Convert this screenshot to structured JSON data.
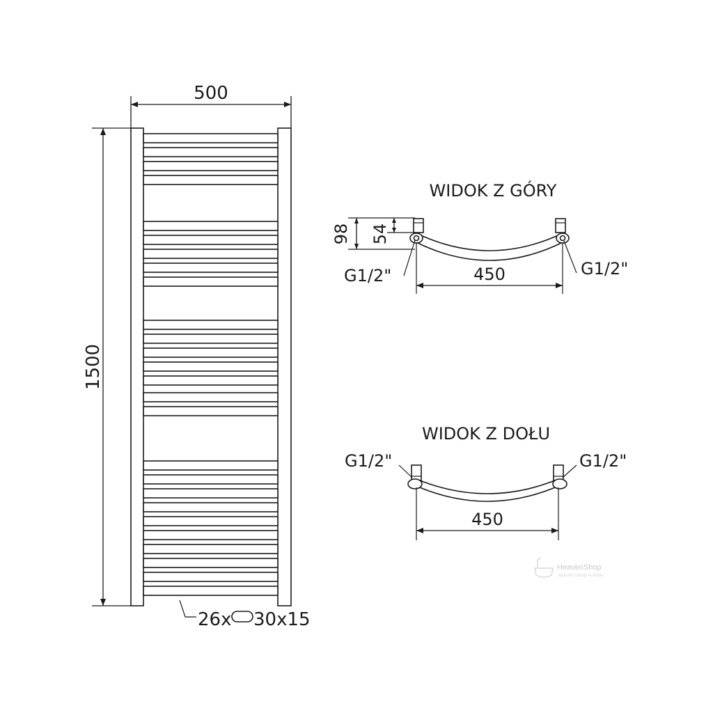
{
  "front_view": {
    "width_label": "500",
    "height_label": "1500",
    "tubes_label_count": "26x",
    "tubes_label_size": "30x15",
    "tube_profile_icon": "oval-tube-profile-icon"
  },
  "top_view": {
    "title": "WIDOK Z GÓRY",
    "depth_outer_label": "98",
    "depth_inner_label": "54",
    "left_connection_label": "G1/2\"",
    "right_connection_label": "G1/2\"",
    "span_label": "450"
  },
  "bottom_view": {
    "title": "WIDOK Z DOŁU",
    "left_connection_label": "G1/2\"",
    "right_connection_label": "G1/2\"",
    "span_label": "450"
  },
  "watermark": {
    "brand": "HeavenShop",
    "tagline": "łazienki rzeczy w niebo",
    "icon": "bathtub-icon"
  },
  "colors": {
    "line": "#1a1a1a",
    "background": "#ffffff",
    "watermark": "#c8c8c8"
  }
}
